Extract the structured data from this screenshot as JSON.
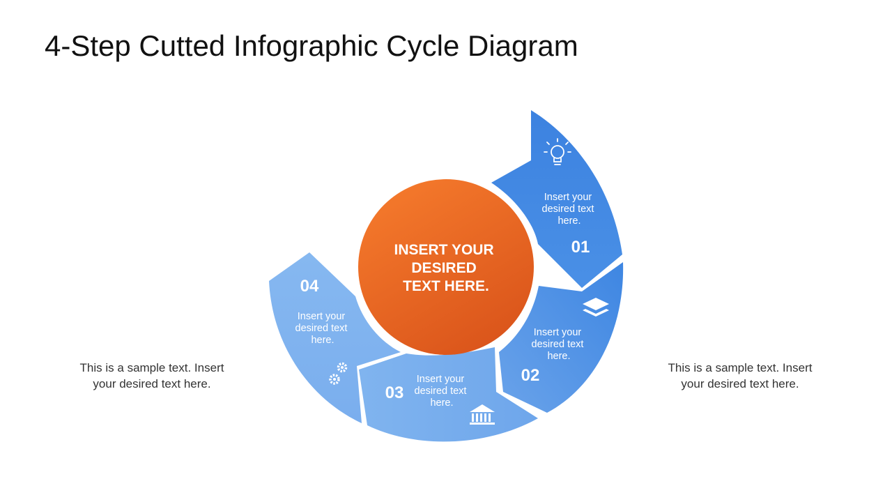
{
  "title": "4-Step Cutted Infographic Cycle Diagram",
  "center": {
    "lines": [
      "INSERT YOUR",
      "DESIRED",
      "TEXT HERE."
    ]
  },
  "steps": [
    {
      "number": "01",
      "text": [
        "Insert your",
        "desired text",
        "here."
      ],
      "icon": "lightbulb-icon"
    },
    {
      "number": "02",
      "text": [
        "Insert your",
        "desired text",
        "here."
      ],
      "icon": "layers-icon"
    },
    {
      "number": "03",
      "text": [
        "Insert your",
        "desired text",
        "here."
      ],
      "icon": "bank-building-icon"
    },
    {
      "number": "04",
      "text": [
        "Insert your",
        "desired text",
        "here."
      ],
      "icon": "gears-icon"
    }
  ],
  "side_left": {
    "text": "This is a sample text. Insert your desired text here."
  },
  "side_right": {
    "text": "This is a sample text. Insert your desired text here."
  },
  "colors": {
    "step_dark": "#3e86e2",
    "step_light": "#7fb2ee",
    "center_top": "#f57a2c",
    "center_bottom": "#d9531a",
    "title": "#111111",
    "side_text": "#333333"
  }
}
